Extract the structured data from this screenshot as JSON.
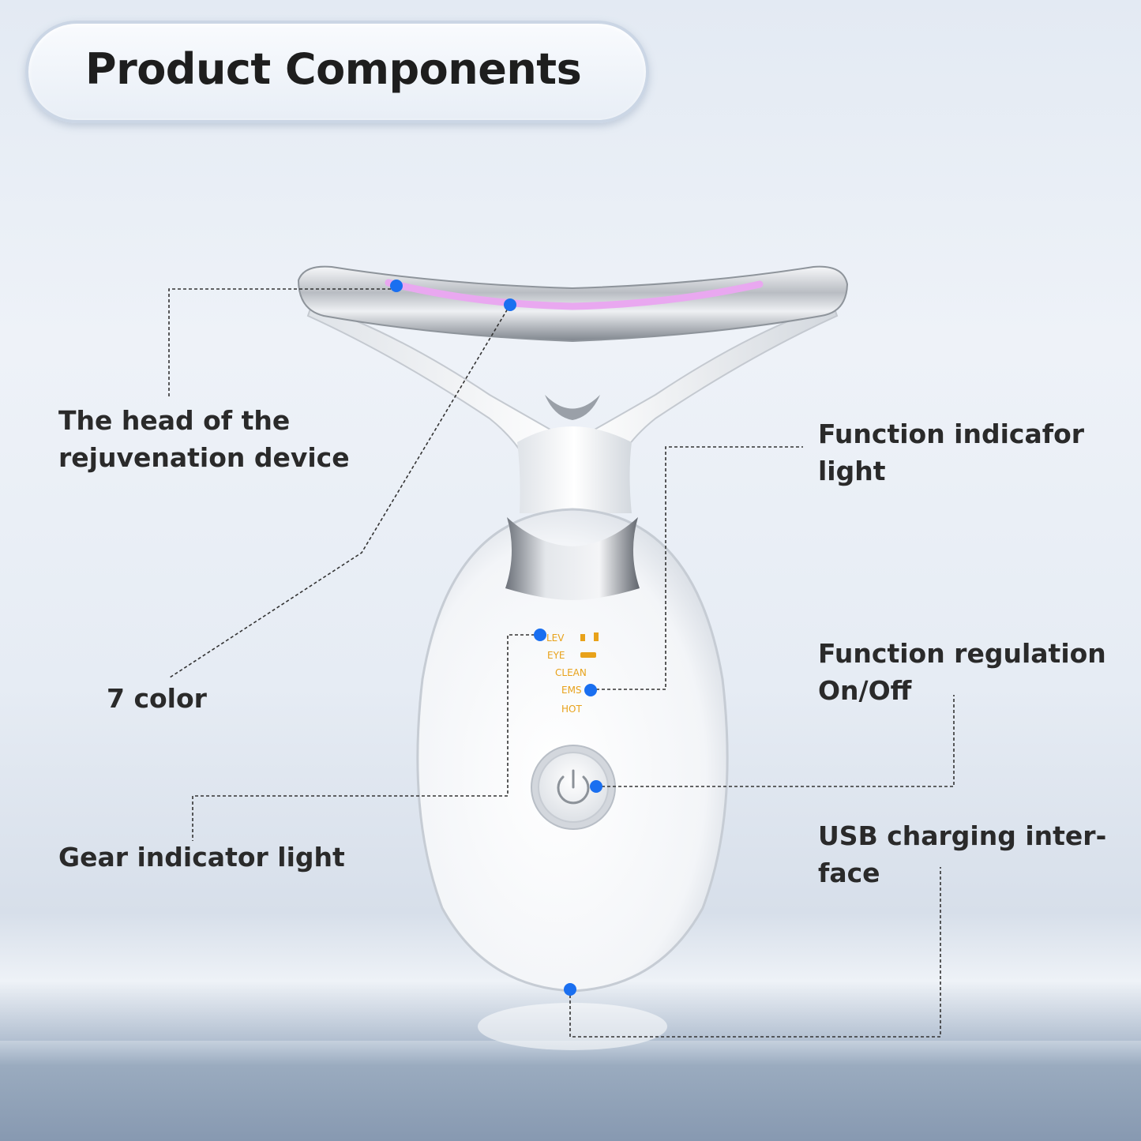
{
  "title": "Product Components",
  "labels": {
    "head": [
      "The head of the",
      "rejuvenation device"
    ],
    "color": [
      "7 color"
    ],
    "gear": [
      "Gear indicator light"
    ],
    "function_light": [
      "Function indicafor",
      "light"
    ],
    "function_regulation": [
      "Function regulation",
      "On/Off"
    ],
    "usb": [
      "USB charging inter-",
      "face"
    ]
  },
  "panel": {
    "lev": "LEV",
    "eye": "EYE",
    "clean": "CLEAN",
    "ems": "EMS",
    "hot": "HOT"
  },
  "colors": {
    "marker": "#1a6ff0",
    "panel_text": "#e8a21a",
    "light_strip": "#e9a8f0"
  }
}
